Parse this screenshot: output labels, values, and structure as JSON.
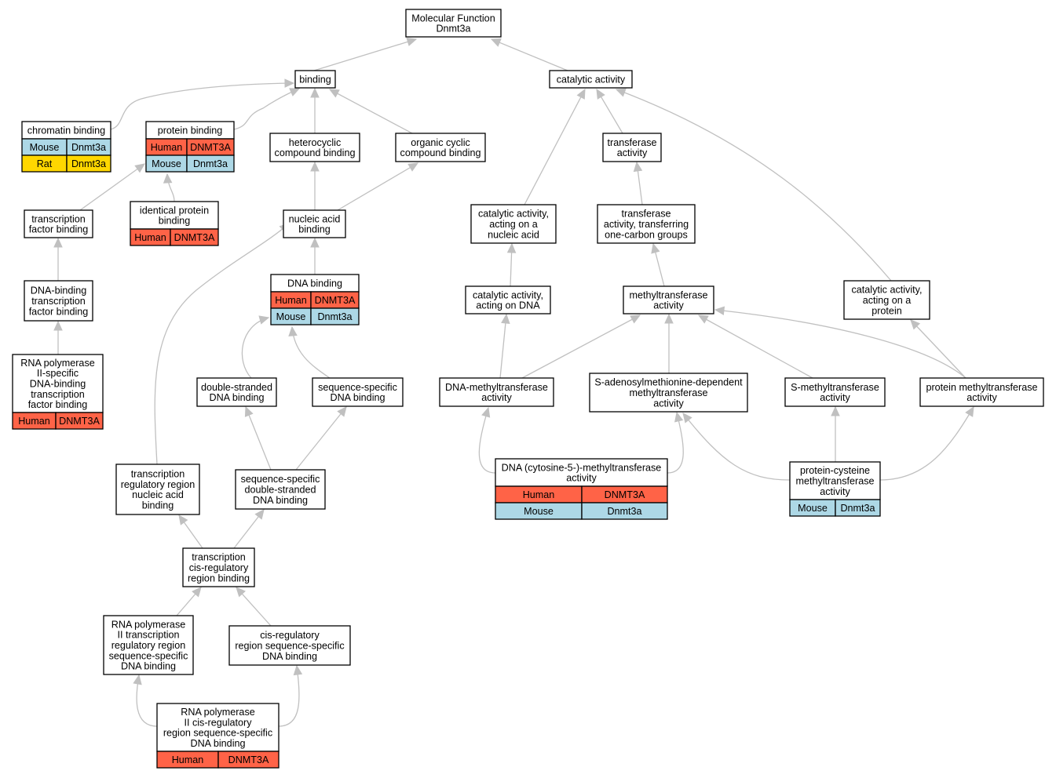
{
  "colors": {
    "human": "#FF6347",
    "mouse": "#ADD8E6",
    "rat": "#FFD700",
    "edge": "#C0C0C0"
  },
  "nodes": {
    "mf": {
      "lines": [
        "Molecular Function",
        "Dnmt3a"
      ]
    },
    "binding": {
      "lines": [
        "binding"
      ]
    },
    "catalytic": {
      "lines": [
        "catalytic activity"
      ]
    },
    "chromatin": {
      "lines": [
        "chromatin binding"
      ],
      "rows": [
        [
          "Mouse",
          "Dnmt3a"
        ],
        [
          "Rat",
          "Dnmt3a"
        ]
      ]
    },
    "protein": {
      "lines": [
        "protein binding"
      ],
      "rows": [
        [
          "Human",
          "DNMT3A"
        ],
        [
          "Mouse",
          "Dnmt3a"
        ]
      ]
    },
    "hetero": {
      "lines": [
        "heterocyclic",
        "compound binding"
      ]
    },
    "organic": {
      "lines": [
        "organic cyclic",
        "compound binding"
      ]
    },
    "transferase": {
      "lines": [
        "transferase",
        "activity"
      ]
    },
    "tfbinding": {
      "lines": [
        "transcription",
        "factor binding"
      ]
    },
    "identical": {
      "lines": [
        "identical protein",
        "binding"
      ],
      "rows": [
        [
          "Human",
          "DNMT3A"
        ]
      ]
    },
    "nucleic": {
      "lines": [
        "nucleic acid",
        "binding"
      ]
    },
    "cat_nucleic": {
      "lines": [
        "catalytic activity,",
        "acting on a",
        "nucleic acid"
      ]
    },
    "transf_one": {
      "lines": [
        "transferase",
        "activity, transferring",
        "one-carbon groups"
      ]
    },
    "dnabtf": {
      "lines": [
        "DNA-binding",
        "transcription",
        "factor binding"
      ]
    },
    "dnabinding": {
      "lines": [
        "DNA binding"
      ],
      "rows": [
        [
          "Human",
          "DNMT3A"
        ],
        [
          "Mouse",
          "Dnmt3a"
        ]
      ]
    },
    "cat_dna": {
      "lines": [
        "catalytic activity,",
        "acting on DNA"
      ]
    },
    "methyl": {
      "lines": [
        "methyltransferase",
        "activity"
      ]
    },
    "cat_protein": {
      "lines": [
        "catalytic activity,",
        "acting on a",
        "protein"
      ]
    },
    "rnapol2": {
      "lines": [
        "RNA polymerase",
        "II-specific",
        "DNA-binding",
        "transcription",
        "factor binding"
      ],
      "rows": [
        [
          "Human",
          "DNMT3A"
        ]
      ]
    },
    "dsdna": {
      "lines": [
        "double-stranded",
        "DNA binding"
      ]
    },
    "seqdna": {
      "lines": [
        "sequence-specific",
        "DNA binding"
      ]
    },
    "dnamethyl": {
      "lines": [
        "DNA-methyltransferase",
        "activity"
      ]
    },
    "sadenosyl": {
      "lines": [
        "S-adenosylmethionine-dependent",
        "methyltransferase",
        "activity"
      ]
    },
    "smethyl": {
      "lines": [
        "S-methyltransferase",
        "activity"
      ]
    },
    "protmethyl": {
      "lines": [
        "protein methyltransferase",
        "activity"
      ]
    },
    "trreg": {
      "lines": [
        "transcription",
        "regulatory region",
        "nucleic acid",
        "binding"
      ]
    },
    "seqds": {
      "lines": [
        "sequence-specific",
        "double-stranded",
        "DNA binding"
      ]
    },
    "dnacyt": {
      "lines": [
        "DNA (cytosine-5-)-methyltransferase",
        "activity"
      ],
      "rows": [
        [
          "Human",
          "DNMT3A"
        ],
        [
          "Mouse",
          "Dnmt3a"
        ]
      ]
    },
    "protcys": {
      "lines": [
        "protein-cysteine",
        "methyltransferase",
        "activity"
      ],
      "rows": [
        [
          "Mouse",
          "Dnmt3a"
        ]
      ]
    },
    "tcisreg": {
      "lines": [
        "transcription",
        "cis-regulatory",
        "region binding"
      ]
    },
    "rnapol2tr": {
      "lines": [
        "RNA polymerase",
        "II transcription",
        "regulatory region",
        "sequence-specific",
        "DNA binding"
      ]
    },
    "cisreg": {
      "lines": [
        "cis-regulatory",
        "region sequence-specific",
        "DNA binding"
      ]
    },
    "rnapol2cis": {
      "lines": [
        "RNA polymerase",
        "II cis-regulatory",
        "region sequence-specific",
        "DNA binding"
      ],
      "rows": [
        [
          "Human",
          "DNMT3A"
        ]
      ]
    }
  }
}
